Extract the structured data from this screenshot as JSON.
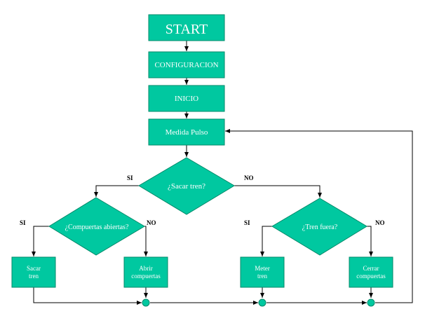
{
  "colors": {
    "node_fill": "#00c8a0",
    "node_stroke": "#008a6a",
    "text": "#ffffff",
    "line": "#000000"
  },
  "nodes": {
    "start": "START",
    "configuracion": "CONFIGURACION",
    "inicio": "INICIO",
    "medida_pulso": "Medida Pulso",
    "sacar_tren_q": "¿Sacar tren?",
    "compuertas_q": "¿Compuertas abiertas?",
    "tren_fuera_q": "¿Tren fuera?",
    "sacar_tren_1": "Sacar",
    "sacar_tren_2": "tren",
    "abrir_1": "Abrir",
    "abrir_2": "compuertas",
    "meter_1": "Meter",
    "meter_2": "tren",
    "cerrar_1": "Cerrar",
    "cerrar_2": "compuertas"
  },
  "labels": {
    "si": "SI",
    "no": "NO"
  }
}
